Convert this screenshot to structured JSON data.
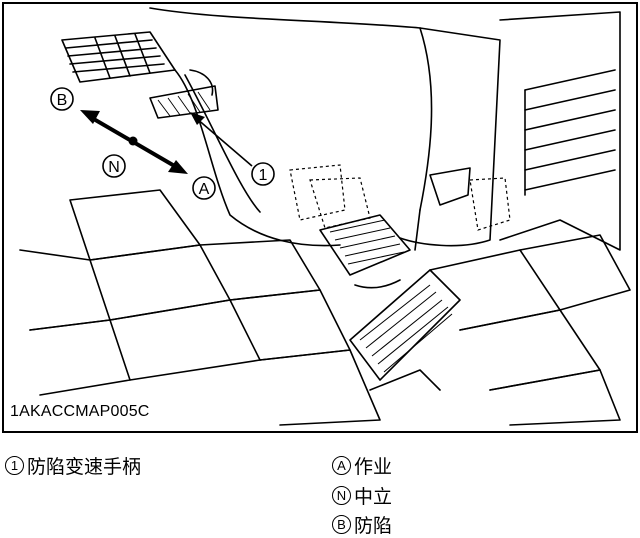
{
  "figure_code": "1AKACCMAP005C",
  "callouts": {
    "one": "1",
    "a": "A",
    "n": "N",
    "b": "B"
  },
  "legend": {
    "item1": {
      "marker": "1",
      "text": "防陷变速手柄"
    },
    "itemA": {
      "marker": "A",
      "text": "作业"
    },
    "itemN": {
      "marker": "N",
      "text": "中立"
    },
    "itemB": {
      "marker": "B",
      "text": "防陷"
    }
  }
}
